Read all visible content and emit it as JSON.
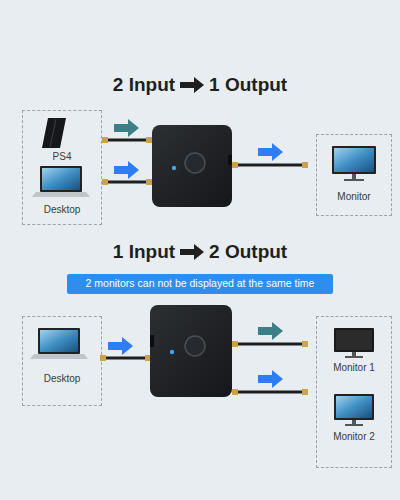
{
  "diagram": {
    "nodes": [
      {
        "text": [
          "PS4",
          "Desktop"
        ]
      },
      {
        "text": [
          "Monitor"
        ]
      },
      {
        "text": [
          "2 monitors can not be displayed at the same time"
        ]
      },
      {
        "text": [
          "Desktop"
        ]
      },
      {
        "text": [
          "Monitor 1",
          "Monitor 2"
        ]
      }
    ],
    "labels": [
      "2 Input",
      "1 Output",
      "1 Input",
      "2 Output"
    ]
  }
}
